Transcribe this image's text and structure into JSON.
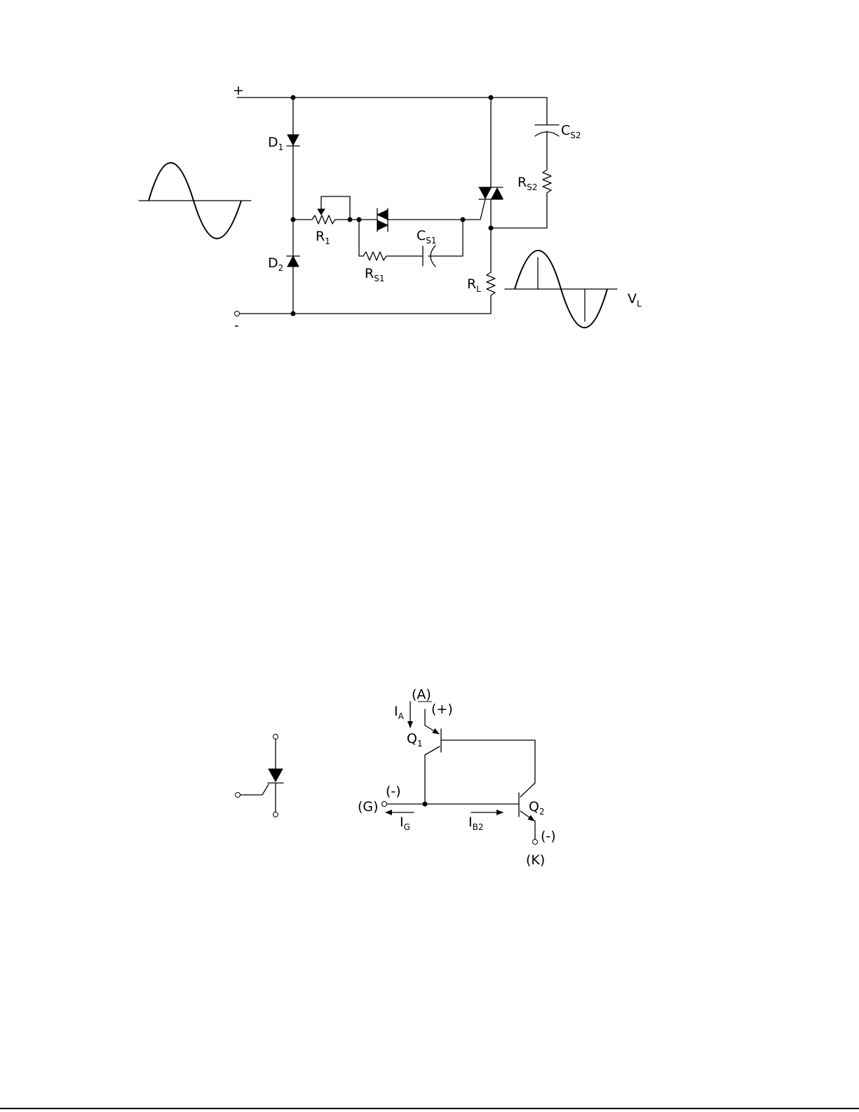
{
  "diagram1": {
    "terminals": {
      "plus": "+",
      "minus": "-"
    },
    "components": {
      "d1": {
        "main": "D",
        "sub": "1"
      },
      "d2": {
        "main": "D",
        "sub": "2"
      },
      "r1": {
        "main": "R",
        "sub": "1"
      },
      "rs1": {
        "main": "R",
        "sub": "S1"
      },
      "cs1": {
        "main": "C",
        "sub": "S1"
      },
      "cs2": {
        "main": "C",
        "sub": "S2"
      },
      "rs2": {
        "main": "R",
        "sub": "S2"
      },
      "rl": {
        "main": "R",
        "sub": "L"
      },
      "vl": {
        "main": "V",
        "sub": "L"
      }
    }
  },
  "diagram2": {
    "anode": "(A)",
    "anode_polarity": "(+)",
    "gate": "(G)",
    "gate_polarity": "(-)",
    "cathode": "(K)",
    "cathode_polarity": "(-)",
    "ia": {
      "main": "I",
      "sub": "A"
    },
    "ig": {
      "main": "I",
      "sub": "G"
    },
    "ib2": {
      "main": "I",
      "sub": "B2"
    },
    "q1": {
      "main": "Q",
      "sub": "1"
    },
    "q2": {
      "main": "Q",
      "sub": "2"
    }
  }
}
